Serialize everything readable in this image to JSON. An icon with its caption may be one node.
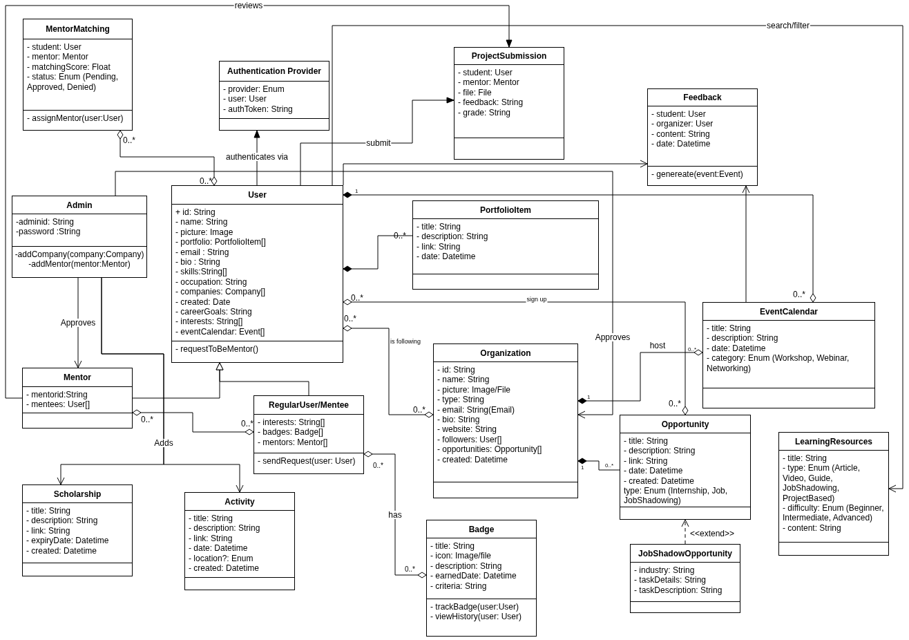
{
  "diagram": {
    "nodes": [
      {
        "text": [
          "MentorMatching",
          "- student: User",
          "- mentor: Mentor",
          "- matchingScore: Float",
          "- status: Enum (Pending, Approved, Denied)",
          "- assignMentor(user:User)"
        ]
      },
      {
        "text": [
          "Authentication Provider",
          "- provider: Enum",
          "- user: User",
          "- authToken: String"
        ]
      },
      {
        "text": [
          "ProjectSubmission",
          "- student: User",
          "- mentor: Mentor",
          "- file: File",
          "- feedback: String",
          "- grade: String"
        ]
      },
      {
        "text": [
          "Feedback",
          "- student: User",
          "- organizer: User",
          "- content: String",
          "- date: Datetime",
          "- genereate(event:Event)"
        ]
      },
      {
        "text": [
          "User",
          "+ id: String",
          "- name: String",
          "- picture: Image",
          "- portfolio: PortfolioItem[]",
          "- email : String",
          "- bio : String",
          "- skills:String[]",
          "- occupation: String",
          "- companies: Company[]",
          "- created: Date",
          "- careerGoals: String",
          "- interests: String[]",
          "- eventCalendar: Event[]",
          "- requestToBeMentor()"
        ]
      },
      {
        "text": [
          "Admin",
          "-adminid: String",
          "-password :String",
          "-addCompany(company:Company)",
          "-addMentor(mentor:Mentor)"
        ]
      },
      {
        "text": [
          "PortfolioItem",
          "- title: String",
          "- description: String",
          "- link: String",
          "- date: Datetime"
        ]
      },
      {
        "text": [
          "EventCalendar",
          "- title: String",
          "- description: String",
          "- date: Datetime",
          "- category: Enum (Workshop, Webinar, Networking)"
        ]
      },
      {
        "text": [
          "Organization",
          "- id: String",
          "- name: String",
          "- picture: Image/File",
          "- type: String",
          "- email: String(Email)",
          "- bio: String",
          "- website: String",
          "- followers: User[]",
          "- opportunities: Opportunity[]",
          "- created: Datetime"
        ]
      },
      {
        "text": [
          "Mentor",
          "- mentorid:String",
          "- mentees: User[]"
        ]
      },
      {
        "text": [
          "RegularUser/Mentee",
          "- interests: String[]",
          "- badges: Badge[]",
          "- mentors: Mentor[]",
          "- sendRequest(user: User)"
        ]
      },
      {
        "text": [
          "Opportunity",
          "- title: String",
          "- description: String",
          "- link: String",
          "- date: Datetime",
          "- created: Datetime",
          "type: Enum (Internship, Job, JobShadowing)"
        ]
      },
      {
        "text": [
          "LearningResources",
          "- title: String",
          "- type: Enum (Article, Video, Guide, JobShadowing, ProjectBased)",
          "- difficulty: Enum (Beginner, Intermediate, Advanced)",
          "- content: String"
        ]
      },
      {
        "text": [
          "Scholarship",
          "- title: String",
          "- description: String",
          "- link: String",
          "- expiryDate: Datetime",
          "- created: Datetime"
        ]
      },
      {
        "text": [
          "Activity",
          "- title: String",
          "- description: String",
          "- link: String",
          "- date: Datetime",
          "- location?: Enum",
          "- created: Datetime"
        ]
      },
      {
        "text": [
          "Badge",
          "- title: String",
          "- icon: Image/file",
          "- description: String",
          "- earnedDate: Datetime",
          "- criteria: String",
          "- trackBadge(user:User)",
          "- viewHistory(user: User)"
        ]
      },
      {
        "text": [
          "JobShadowOpportunity",
          "- industry: String",
          "- taskDetails: String",
          "- taskDescription: String"
        ]
      }
    ],
    "edges": [
      {
        "from": 9,
        "to": 2,
        "arrow": "to",
        "label": "reviews"
      },
      {
        "from": 4,
        "to": 12,
        "arrow": "to",
        "label": "search/filter"
      },
      {
        "from": 4,
        "to": 2,
        "arrow": "to",
        "label": "submit"
      },
      {
        "from": 4,
        "to": 1,
        "arrow": "to",
        "label": "authenticates via"
      },
      {
        "from": 0,
        "to": 4,
        "arrow": "other"
      },
      {
        "from": 5,
        "to": 8,
        "arrow": "to",
        "label": "Approves"
      },
      {
        "from": 4,
        "to": 3,
        "arrow": "to"
      },
      {
        "from": 4,
        "to": 7,
        "arrow": "other"
      },
      {
        "from": 7,
        "to": 3,
        "arrow": "to"
      },
      {
        "from": 4,
        "to": 6,
        "arrow": "other"
      },
      {
        "from": 4,
        "to": 11,
        "arrow": "other",
        "label": "sign up"
      },
      {
        "from": 4,
        "to": 8,
        "arrow": "other",
        "label": "is following"
      },
      {
        "from": 8,
        "to": 7,
        "arrow": "other",
        "label": "host"
      },
      {
        "from": 8,
        "to": 11,
        "arrow": "other"
      },
      {
        "from": 16,
        "to": 11,
        "arrow": "to",
        "label": "<<extend>>",
        "style": "dashed"
      },
      {
        "from": 5,
        "to": 9,
        "arrow": "to",
        "label": "Approves"
      },
      {
        "from": 5,
        "to": 13,
        "arrow": "to",
        "label": "Adds"
      },
      {
        "from": 5,
        "to": 14,
        "arrow": "to"
      },
      {
        "from": 9,
        "to": 4,
        "arrow": "to"
      },
      {
        "from": 10,
        "to": 4,
        "arrow": "to"
      },
      {
        "from": 9,
        "to": 10,
        "arrow": "other"
      },
      {
        "from": 10,
        "to": 15,
        "arrow": "other",
        "label": "has"
      }
    ],
    "labels": [
      "0..*",
      "0..*",
      "1",
      "0..*",
      "0..*",
      "0..*",
      "0..*",
      "0..*",
      "1",
      "0..*",
      "0..*",
      "0..*",
      "0..*",
      "1",
      "0..*",
      "0..*",
      "0..*"
    ]
  }
}
